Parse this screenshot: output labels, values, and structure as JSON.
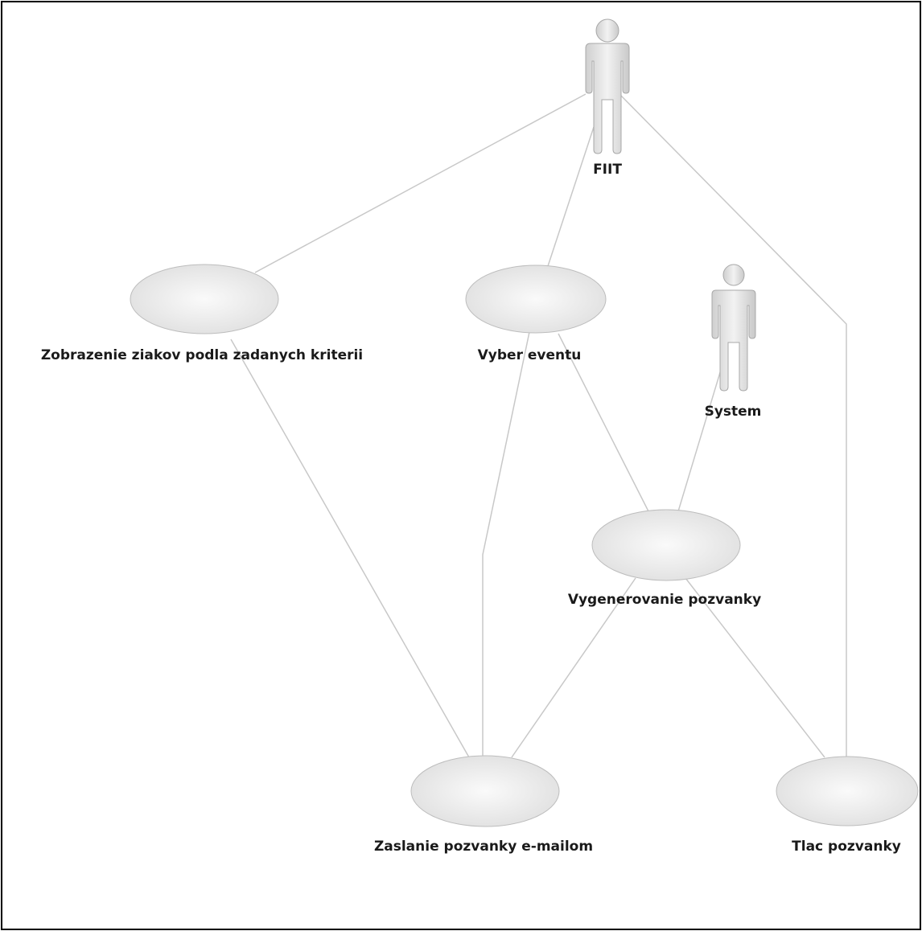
{
  "actors": [
    {
      "id": "fiit",
      "name": "FIIT"
    },
    {
      "id": "system",
      "name": "System"
    }
  ],
  "use_cases": [
    {
      "id": "zobrazenie",
      "label": "Zobrazenie ziakov podla zadanych kriterii"
    },
    {
      "id": "vyber",
      "label": "Vyber eventu"
    },
    {
      "id": "vygenerovanie",
      "label": "Vygenerovanie pozvanky"
    },
    {
      "id": "zaslanie",
      "label": "Zaslanie pozvanky e-mailom"
    },
    {
      "id": "tlac",
      "label": "Tlac pozvanky"
    }
  ],
  "associations": [
    {
      "from": "fiit",
      "to": "zobrazenie"
    },
    {
      "from": "fiit",
      "to": "vyber"
    },
    {
      "from": "fiit",
      "to": "tlac"
    },
    {
      "from": "system",
      "to": "vygenerovanie"
    },
    {
      "from": "zobrazenie",
      "to": "zaslanie"
    },
    {
      "from": "vyber",
      "to": "zaslanie"
    },
    {
      "from": "vyber",
      "to": "vygenerovanie"
    },
    {
      "from": "vygenerovanie",
      "to": "zaslanie"
    },
    {
      "from": "vygenerovanie",
      "to": "tlac"
    }
  ],
  "colors": {
    "line": "#c8c8c8",
    "use_case_fill": "#e8e8e8",
    "actor_fill": "#dcdcdc",
    "frame": "#000000"
  }
}
